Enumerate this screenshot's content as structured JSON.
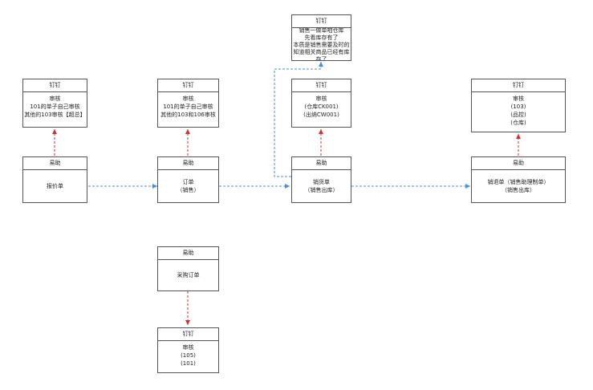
{
  "nodes": {
    "quote_dingtalk": {
      "header": "钉钉",
      "lines": [
        "审核",
        "101的单子自己审核",
        "其他的103审核【超总】"
      ]
    },
    "quote_yizhu": {
      "header": "易助",
      "lines": [
        "报价单"
      ]
    },
    "order_dingtalk": {
      "header": "钉钉",
      "lines": [
        "审核",
        "101的单子自己审核",
        "其他的103和106审核"
      ]
    },
    "order_yizhu": {
      "header": "易助",
      "lines": [
        "订单",
        "（销售）"
      ]
    },
    "purchase_yizhu": {
      "header": "易助",
      "lines": [
        "采购订单"
      ]
    },
    "purchase_dingtalk": {
      "header": "钉钉",
      "lines": [
        "审核",
        "(105)",
        "(101)"
      ]
    },
    "note_dingtalk": {
      "header": "钉钉",
      "lines": [
        "销售一做单咱仓库",
        "先看库存有了",
        "本质是销售需要及时的",
        "知道相关商品已经有库",
        "存了"
      ]
    },
    "ship_dingtalk": {
      "header": "钉钉",
      "lines": [
        "审核",
        "(仓库CK001)",
        "(出纳CW001)"
      ]
    },
    "ship_yizhu": {
      "header": "易助",
      "lines": [
        "销货单",
        "（销售出库）"
      ]
    },
    "return_dingtalk": {
      "header": "钉钉",
      "lines": [
        "审核",
        "(103)",
        "(品控)",
        "(仓库)"
      ]
    },
    "return_yizhu": {
      "header": "易助",
      "lines": [
        "销退单（销售助理制单）",
        "（销售出库）"
      ]
    }
  },
  "colors": {
    "flow_edge": "#4a90d9",
    "approval_edge": "#d32f2f",
    "border": "#555555"
  }
}
